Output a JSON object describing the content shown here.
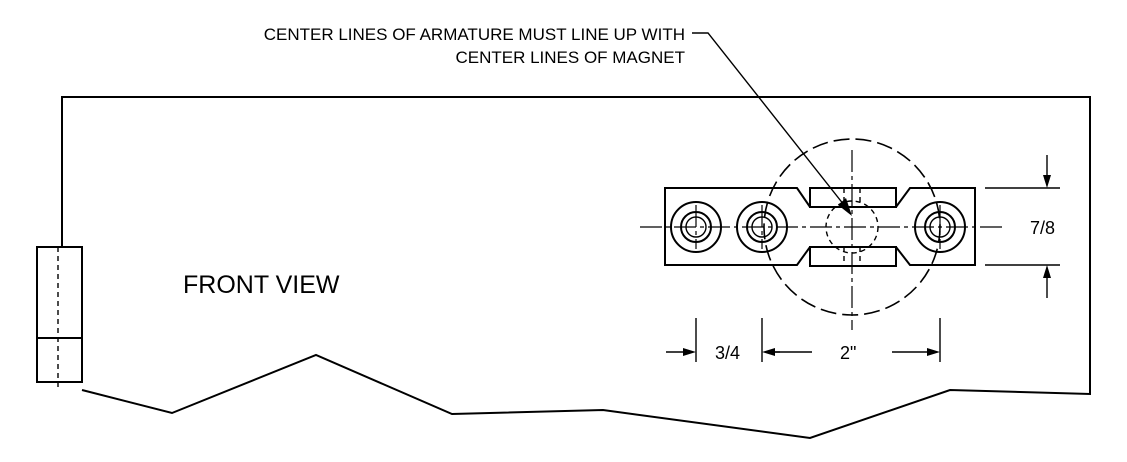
{
  "diagram": {
    "note_line1": "CENTER LINES OF ARMATURE MUST LINE UP WITH",
    "note_line2": "CENTER LINES OF MAGNET",
    "view_label": "FRONT VIEW",
    "dim_height": "7/8",
    "dim_offset": "3/4",
    "dim_spacing": "2\""
  }
}
